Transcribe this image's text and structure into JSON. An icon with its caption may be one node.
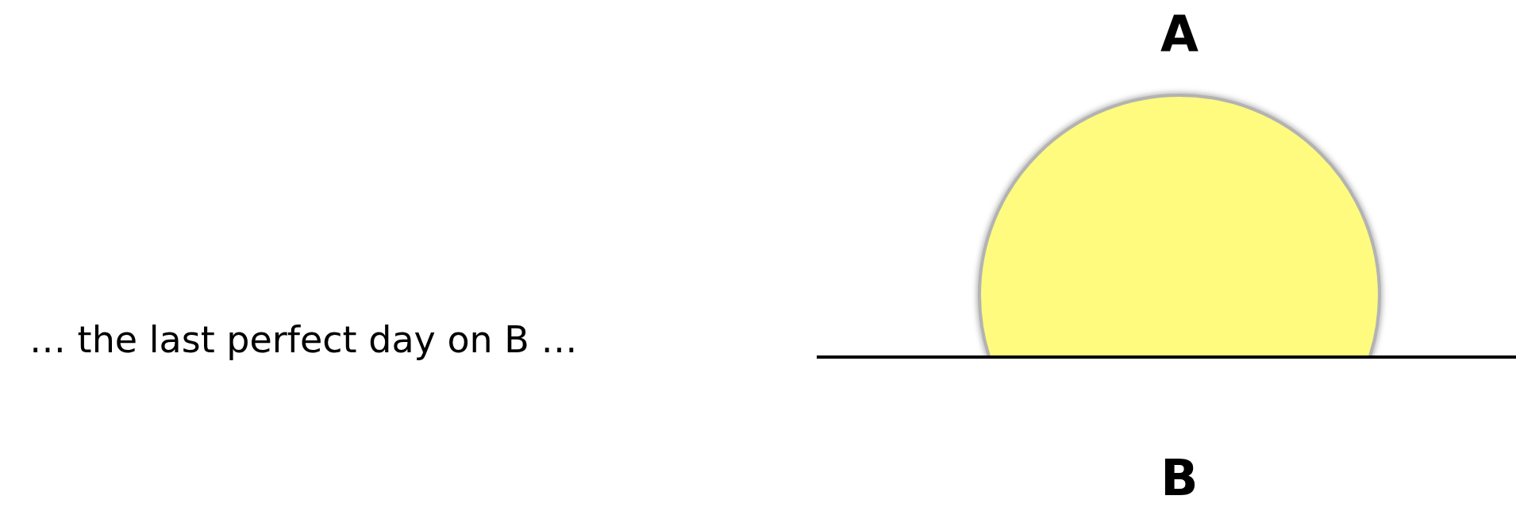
{
  "diagram": {
    "labels": [
      "… the last perfect day on B …",
      "A",
      "B"
    ]
  }
}
